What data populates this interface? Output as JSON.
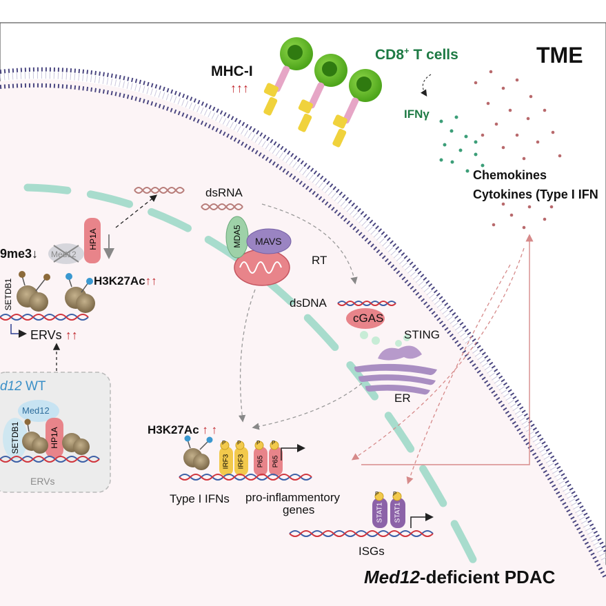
{
  "labels": {
    "tme": "TME",
    "cd8": "CD8",
    "cd8_sup": "+",
    "cd8_rest": " T cells",
    "ifng": "IFNγ",
    "mhc": "MHC-I",
    "mhc_arrows": "↑↑↑",
    "chemokines": "Chemokines",
    "cytokines": "Cytokines (Type I IFN",
    "dsrna": "dsRNA",
    "mda5": "MDA5",
    "mavs": "MAVS",
    "rt": "RT",
    "dsdna": "dsDNA",
    "cgas": "cGAS",
    "sting": "STING",
    "er": "ER",
    "hp1a": "HP1A",
    "med12": "Med12",
    "h3k9": "9me3",
    "h3k9_arrow": "↓",
    "h3k27_top": "H3K27Ac",
    "h3k27_top_arrows": "↑↑",
    "setdb1": "SETDB1",
    "ervs": "ERVs",
    "ervs_arrows": "↑↑",
    "wt_italic": "d12",
    "wt_rest": " WT",
    "wt_med12": "Med12",
    "wt_setdb1": "SETDB1",
    "wt_hp1a": "HP1A",
    "wt_ervs": "ERVs",
    "h3k27_mid": "H3K27Ac",
    "h3k27_mid_arrows": "↑ ↑",
    "p": "P",
    "irf3": "IRF3",
    "p65": "P65",
    "stat1": "STAT1",
    "type1": "Type I IFNs",
    "proinf1": "pro-inflammentory",
    "proinf2": "genes",
    "isgs": "ISGs",
    "title_italic": "Med12",
    "title_rest": "-deficient PDAC"
  },
  "colors": {
    "membrane": "#3b3a7a",
    "er_dash": "#a8dccd",
    "tcell": "#6cbf2b",
    "mhc_yellow": "#f0d23c",
    "up_arrow": "#c0262d",
    "ifng_dots": "#3c9e78",
    "cytokine_dots": "#b8696c",
    "mitochondria": "#e8848a",
    "mavs": "#9a84c2",
    "mda5": "#9ed1a8",
    "sting": "#b79acb",
    "stat1": "#8c62a8",
    "phospho": "#f2c94c",
    "dna_red": "#d0353d",
    "dna_blue": "#3c5fa6",
    "nucleosome": "#8c7a5c"
  }
}
